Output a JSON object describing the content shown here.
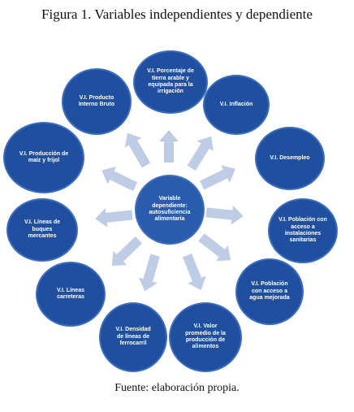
{
  "figure": {
    "title": "Figura 1. Variables independientes y dependiente",
    "source": "Fuente: elaboración propia."
  },
  "diagram": {
    "colors": {
      "node_fill": "#1f4f9e",
      "node_border": "#3a6cc0",
      "arrow_fill": "#bfcce6",
      "text": "#ffffff"
    },
    "center": {
      "label": "Variable dependiente: autosuficiencia alimentaria"
    },
    "nodes": [
      {
        "label": "V.I. Porcentaje de tierra arable y equipada para la irrigación"
      },
      {
        "label": "V.I. Inflación"
      },
      {
        "label": "V.I. Desempleo"
      },
      {
        "label": "V.I. Población con acceso a instalaciones sanitarias"
      },
      {
        "label": "V.I. Población con acceso a agua mejorada"
      },
      {
        "label": "V.I. Valor promedio de la producción de alimentos"
      },
      {
        "label": "V.I. Densidad de líneas de ferrocarril"
      },
      {
        "label": "V.I. Líneas carreteras"
      },
      {
        "label": "V.I.  Líneas de buques mercantes"
      },
      {
        "label": "V.I. Producción de maíz y frijol"
      },
      {
        "label": "V.I. Producto Interno Bruto"
      }
    ]
  }
}
